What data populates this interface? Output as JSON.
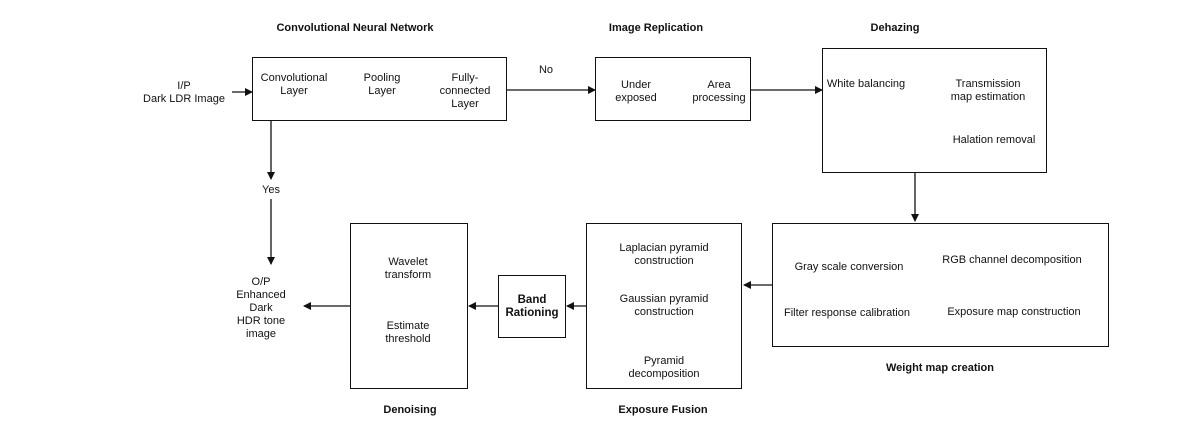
{
  "sections": {
    "cnn": "Convolutional Neural Network",
    "replication": "Image Replication",
    "dehazing": "Dehazing",
    "weight_map": "Weight map creation",
    "exposure_fusion": "Exposure Fusion",
    "denoising": "Denoising"
  },
  "input_label": "I/P\nDark LDR Image",
  "output_label": "O/P\nEnhanced\nDark\nHDR tone\nimage",
  "decision": {
    "no": "No",
    "yes": "Yes"
  },
  "cnn_steps": [
    "Convolutional\nLayer",
    "Pooling\nLayer",
    "Fully-\nconnected\nLayer"
  ],
  "replication_steps": [
    "Under\nexposed",
    "Area\nprocessing"
  ],
  "dehazing_steps": [
    "White balancing",
    "Transmission\nmap estimation",
    "Halation removal"
  ],
  "weight_map_steps": [
    "Gray scale conversion",
    "Filter response calibration",
    "RGB channel decomposition",
    "Exposure map construction"
  ],
  "fusion_steps": [
    "Laplacian pyramid\nconstruction",
    "Gaussian pyramid\nconstruction",
    "Pyramid\ndecomposition"
  ],
  "band_rationing": "Band\nRationing",
  "denoising_steps": [
    "Wavelet\ntransform",
    "Estimate\nthreshold"
  ]
}
